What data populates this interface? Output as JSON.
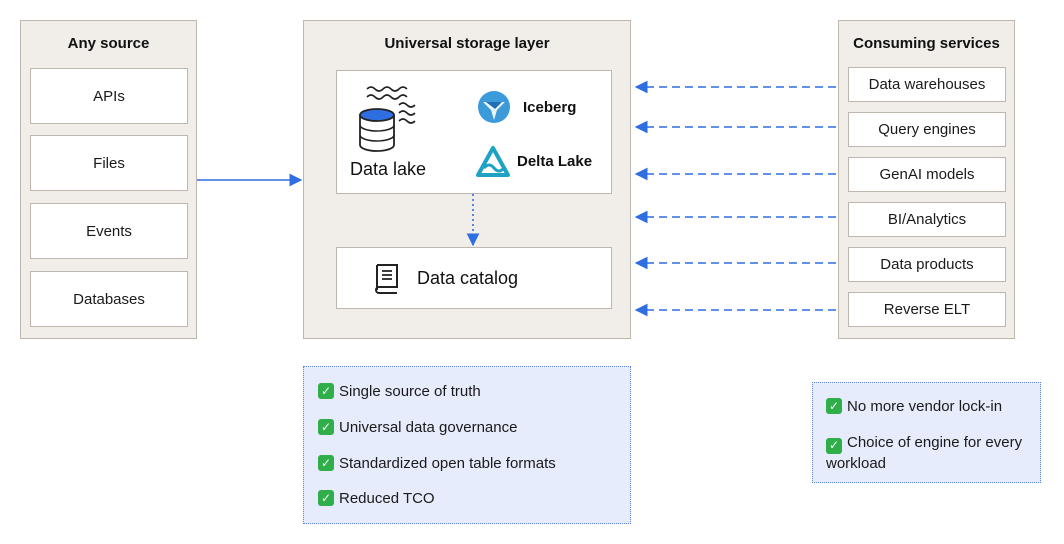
{
  "source_panel": {
    "title": "Any source",
    "items": [
      "APIs",
      "Files",
      "Events",
      "Databases"
    ]
  },
  "storage_panel": {
    "title": "Universal storage layer",
    "data_lake_label": "Data lake",
    "formats": [
      "Iceberg",
      "Delta Lake"
    ],
    "catalog_label": "Data catalog"
  },
  "consumers_panel": {
    "title": "Consuming services",
    "items": [
      "Data warehouses",
      "Query engines",
      "GenAI models",
      "BI/Analytics",
      "Data products",
      "Reverse ELT"
    ]
  },
  "storage_benefits": [
    "Single source of truth",
    "Universal data governance",
    "Standardized open table formats",
    "Reduced TCO"
  ],
  "consumer_benefits": [
    "No more vendor lock-in",
    "Choice of engine for every workload"
  ],
  "colors": {
    "panel_bg": "#f1eeea",
    "panel_border": "#bdb7b0",
    "arrow_blue": "#2f6ee0",
    "info_bg": "#e6ecfb",
    "check_green": "#2fae4a",
    "lake_blue": "#2f6ee0"
  },
  "icons": {
    "check": "check-icon",
    "data_lake": "database-waves-icon",
    "iceberg": "iceberg-logo-icon",
    "delta_lake": "delta-lake-logo-icon",
    "catalog": "book-icon"
  }
}
